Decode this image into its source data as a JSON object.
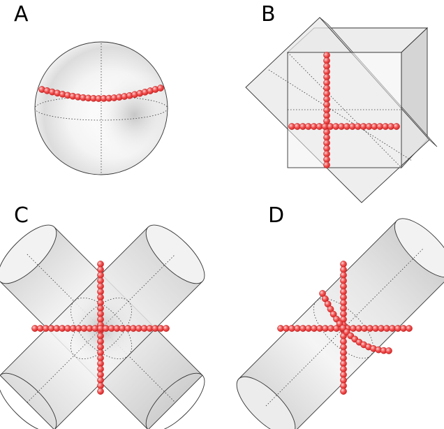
{
  "panels": [
    {
      "id": "A",
      "label": "A"
    },
    {
      "id": "B",
      "label": "B"
    },
    {
      "id": "C",
      "label": "C"
    },
    {
      "id": "D",
      "label": "D"
    }
  ],
  "colors": {
    "bead": "#ee3b3b",
    "bead_highlight": "#ffd6d6",
    "outline": "#333333",
    "body_shade": "#c8c8c8"
  },
  "icons": {
    "A": "sphere-shape",
    "B": "cube-and-tilted-slab-shape",
    "C": "crossed-cylinders-shape",
    "D": "single-tilted-cylinder-shape"
  }
}
